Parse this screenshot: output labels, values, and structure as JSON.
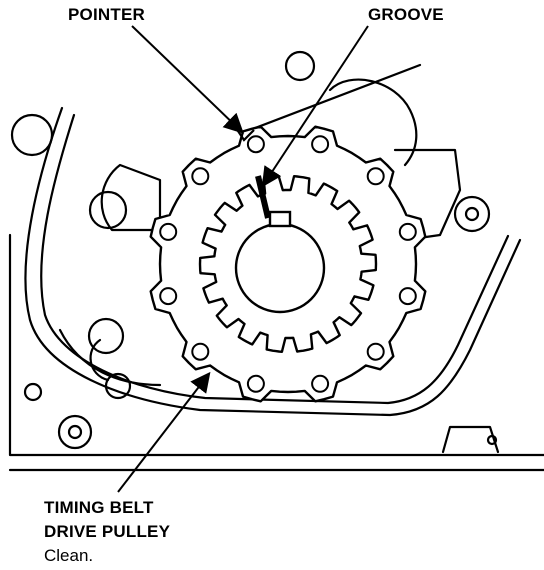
{
  "labels": {
    "pointer": "POINTER",
    "groove": "GROOVE",
    "pulley_line1": "TIMING BELT",
    "pulley_line2": "DRIVE PULLEY",
    "pulley_note": "Clean."
  },
  "colors": {
    "ink": "#000000",
    "paper": "#ffffff"
  }
}
